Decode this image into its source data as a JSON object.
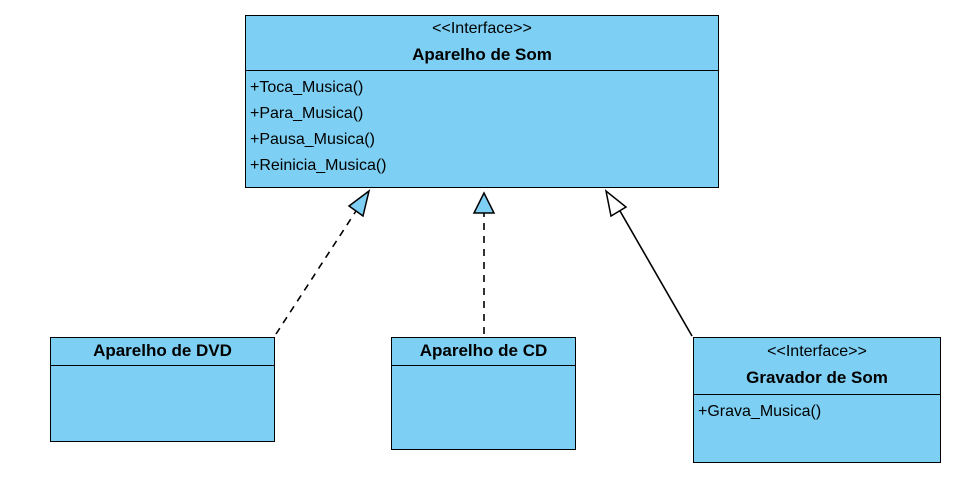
{
  "classes": {
    "aparelho_som": {
      "stereotype": "<<Interface>>",
      "name": "Aparelho de Som",
      "operations": [
        "+Toca_Musica()",
        "+Para_Musica()",
        "+Pausa_Musica()",
        "+Reinicia_Musica()"
      ]
    },
    "aparelho_dvd": {
      "name": "Aparelho de DVD"
    },
    "aparelho_cd": {
      "name": "Aparelho de CD"
    },
    "gravador_som": {
      "stereotype": "<<Interface>>",
      "name": "Gravador de Som",
      "operations": [
        "+Grava_Musica()"
      ]
    }
  },
  "relations": [
    {
      "from": "aparelho_dvd",
      "to": "aparelho_som",
      "type": "realization"
    },
    {
      "from": "aparelho_cd",
      "to": "aparelho_som",
      "type": "realization"
    },
    {
      "from": "gravador_som",
      "to": "aparelho_som",
      "type": "generalization"
    }
  ],
  "colors": {
    "class_fill": "#7dcff3",
    "line": "#000000",
    "hollow_arrow_fill": "#ffffff"
  }
}
